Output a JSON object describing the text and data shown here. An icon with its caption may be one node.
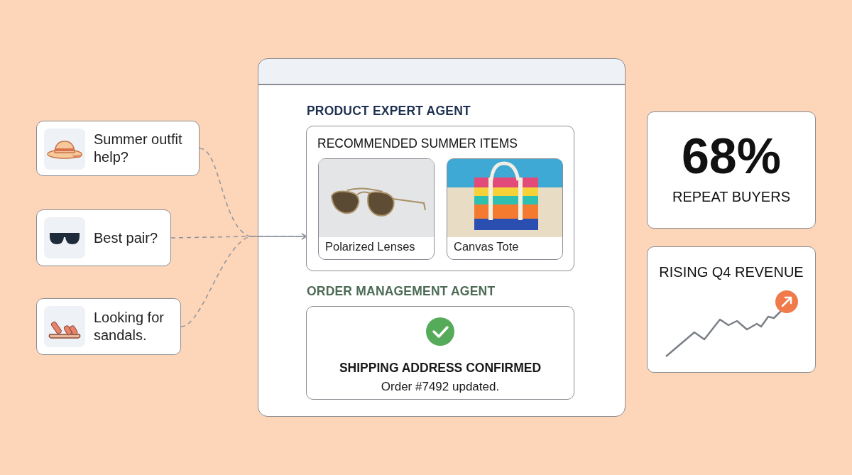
{
  "diagram": {
    "nodes": [
      {
        "text": [
          "Summer outfit help?"
        ]
      },
      {
        "text": [
          "Best pair?"
        ]
      },
      {
        "text": [
          "Looking for sandals."
        ]
      },
      {
        "text": [],
        "shape": "box"
      },
      {
        "text": [
          "PRODUCT EXPERT AGENT",
          "RECOMMENDED SUMMER ITEMS"
        ],
        "in": 3
      },
      {
        "text": [
          "Polarized Lenses"
        ],
        "in": 4
      },
      {
        "text": [
          "Canvas Tote"
        ],
        "in": 4
      },
      {
        "text": [
          "ORDER MANAGEMENT AGENT",
          "SHIPPING ADDRESS CONFIRMED",
          "Order #7492 updated."
        ],
        "in": 3
      },
      {
        "text": [
          "68%",
          "REPEAT BUYERS"
        ]
      },
      {
        "text": [
          "RISING Q4 REVENUE"
        ]
      }
    ],
    "edges": [
      {
        "from": 0,
        "to": 4,
        "arrow": "to",
        "style": "dashed"
      },
      {
        "from": 1,
        "to": 4,
        "arrow": "to",
        "style": "dashed"
      },
      {
        "from": 2,
        "to": 4,
        "arrow": "to",
        "style": "dashed"
      }
    ]
  }
}
